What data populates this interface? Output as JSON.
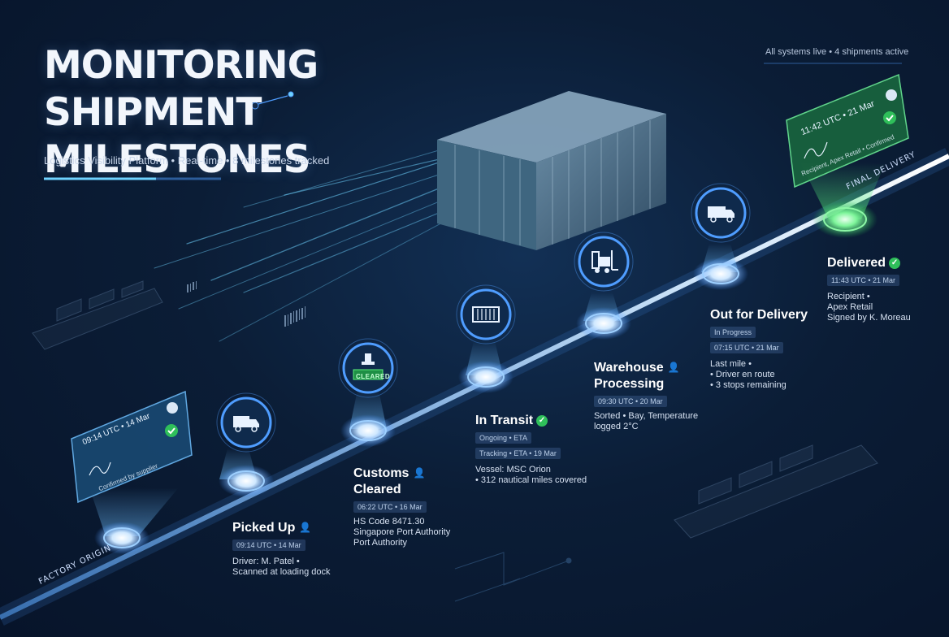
{
  "header": {
    "title": "MONITORING SHIPMENT MILESTONES",
    "subtitle": "Logistics Visibility Platform • Real-time • 8 milestones tracked"
  },
  "status": {
    "text": "All systems live • 4 shipments active"
  },
  "route": {
    "start_label": "FACTORY ORIGIN",
    "end_label": "FINAL DELIVERY"
  },
  "milestones": [
    {
      "title": "Picked Up",
      "time": "09:14 UTC • 14 Mar",
      "details": [
        "Driver: M. Patel •",
        "Scanned at loading dock"
      ]
    },
    {
      "title": "Customs",
      "title2": "Cleared",
      "time": "06:22 UTC • 16 Mar",
      "details": [
        "HS Code 8471.30",
        "Singapore Port Authority",
        "Port Authority"
      ],
      "stamp": "CLEARED"
    },
    {
      "title": "In Transit",
      "status": "Ongoing • ETA",
      "time": "Tracking • ETA • 19 Mar",
      "details": [
        "Vessel: MSC Orion",
        "• 312 nautical miles covered"
      ]
    },
    {
      "title": "Warehouse",
      "title2": "Processing",
      "time": "09:30 UTC • 20 Mar",
      "details": [
        "Sorted • Bay, Temperature",
        "logged 2°C"
      ]
    },
    {
      "title": "Out for Delivery",
      "status": "In Progress",
      "time": "07:15 UTC • 21 Mar",
      "details": [
        "Last mile •",
        "• Driver en route",
        "• 3 stops remaining"
      ]
    },
    {
      "title": "Delivered",
      "time": "11:43 UTC • 21 Mar",
      "details": [
        "Recipient •",
        "Apex Retail",
        "Signed by K. Moreau"
      ]
    }
  ],
  "cards": {
    "origin": {
      "time": "09:14 UTC • 14 Mar",
      "note": "Confirmed by supplier"
    },
    "final": {
      "time": "11:42 UTC • 21 Mar",
      "note": "Recipient, Apex Retail • Confirmed"
    }
  },
  "colors": {
    "accent": "#7ec4ff",
    "success": "#2fbf5a",
    "background": "#0b1d36",
    "final_glow": "#5df07a"
  }
}
